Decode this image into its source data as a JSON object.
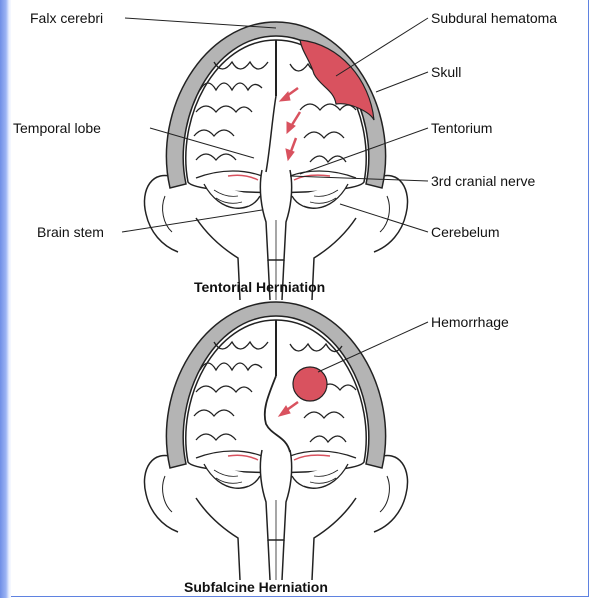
{
  "colors": {
    "blood": "#d9525f",
    "outline": "#222222",
    "skull": "#b4b4b4",
    "frame_border": "#5f82e0"
  },
  "top_diagram": {
    "caption": "Tentorial Herniation",
    "labels": {
      "falx_cerebri": "Falx cerebri",
      "temporal_lobe": "Temporal lobe",
      "brain_stem": "Brain stem",
      "subdural_hematoma": "Subdural hematoma",
      "skull": "Skull",
      "tentorium": "Tentorium",
      "third_cranial_nerve": "3rd cranial nerve",
      "cerebelum": "Cerebelum"
    }
  },
  "bottom_diagram": {
    "caption": "Subfalcine Herniation",
    "labels": {
      "hemorrhage": "Hemorrhage"
    }
  }
}
